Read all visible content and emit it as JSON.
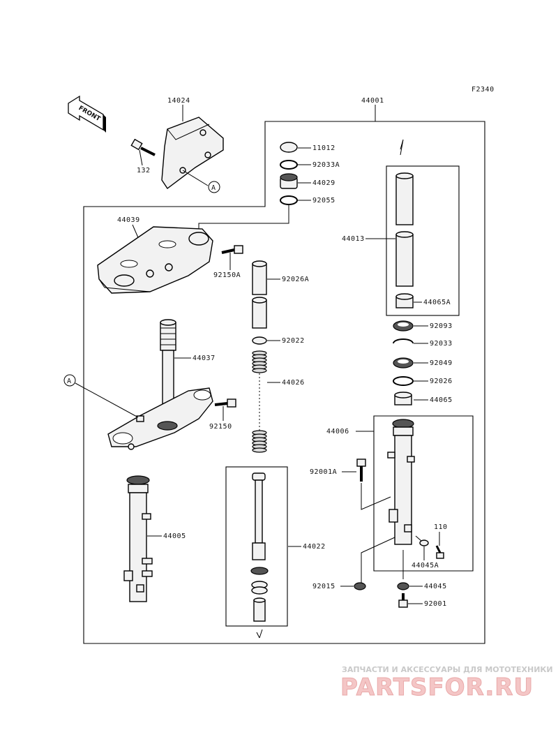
{
  "figure_code": "F2340",
  "front_label": "FRONT",
  "reference_mark": "A",
  "part_numbers": {
    "p44001": "44001",
    "p14024": "14024",
    "p132": "132",
    "p11012": "11012",
    "p92033A": "92033A",
    "p44029": "44029",
    "p92055": "92055",
    "p44039": "44039",
    "p92150A": "92150A",
    "p92026A": "92026A",
    "p44013": "44013",
    "p44065A": "44065A",
    "p92093": "92093",
    "p92033": "92033",
    "p92049": "92049",
    "p92026": "92026",
    "p44065": "44065",
    "p44037": "44037",
    "p92022": "92022",
    "p44026": "44026",
    "p92150": "92150",
    "p44006": "44006",
    "p92001A": "92001A",
    "p44005": "44005",
    "p44022": "44022",
    "p110": "110",
    "p44045A": "44045A",
    "p92015": "92015",
    "p44045": "44045",
    "p92001": "92001"
  },
  "watermark": {
    "caption": "ЗАПЧАСТИ И АКСЕССУАРЫ ДЛЯ МОТОТЕХНИКИ",
    "brand": "PARTSFOR.RU"
  }
}
